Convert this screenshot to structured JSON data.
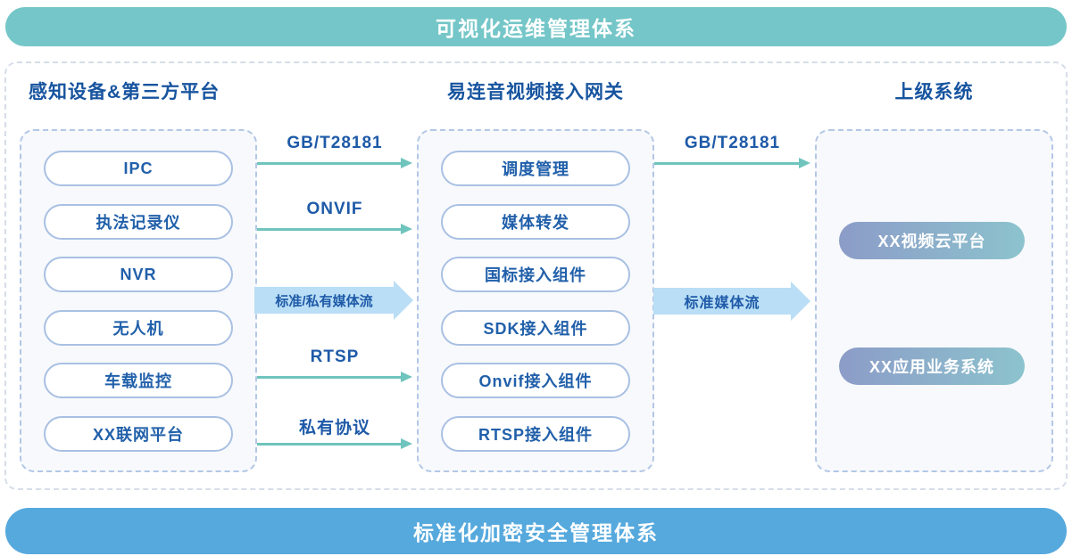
{
  "banners": {
    "top": "可视化运维管理体系",
    "bottom": "标准化加密安全管理体系"
  },
  "columns": {
    "devices": {
      "title": "感知设备&第三方平台",
      "items": [
        "IPC",
        "执法记录仪",
        "NVR",
        "无人机",
        "车载监控",
        "XX联网平台"
      ]
    },
    "gateway": {
      "title": "易连音视频接入网关",
      "items": [
        "调度管理",
        "媒体转发",
        "国标接入组件",
        "SDK接入组件",
        "Onvif接入组件",
        "RTSP接入组件"
      ]
    },
    "upstream": {
      "title": "上级系统",
      "items": [
        "XX视频云平台",
        "XX应用业务系统"
      ]
    }
  },
  "flows": {
    "devices_to_gateway": [
      {
        "label": "GB/T28181",
        "style": "line"
      },
      {
        "label": "ONVIF",
        "style": "line"
      },
      {
        "label": "标准/私有媒体流",
        "style": "block"
      },
      {
        "label": "RTSP",
        "style": "line"
      },
      {
        "label": "私有协议",
        "style": "line"
      }
    ],
    "gateway_to_upstream": [
      {
        "label": "GB/T28181",
        "style": "line"
      },
      {
        "label": "标准媒体流",
        "style": "block"
      }
    ]
  },
  "colors": {
    "top_banner": "#74c6c8",
    "bottom_banner": "#56a9dd",
    "heading_text": "#17549f",
    "pill_text": "#2160aa",
    "pill_border": "#a9c0e3",
    "panel_border": "#b3c7e6",
    "panel_bg": "#f7f9fc",
    "outer_border": "#d6dde8",
    "line_arrow": "#6fc4bd",
    "block_arrow": "#b9def5",
    "gradient_pill_left": "#8c9cc8",
    "gradient_pill_right": "#8cc3cd"
  }
}
